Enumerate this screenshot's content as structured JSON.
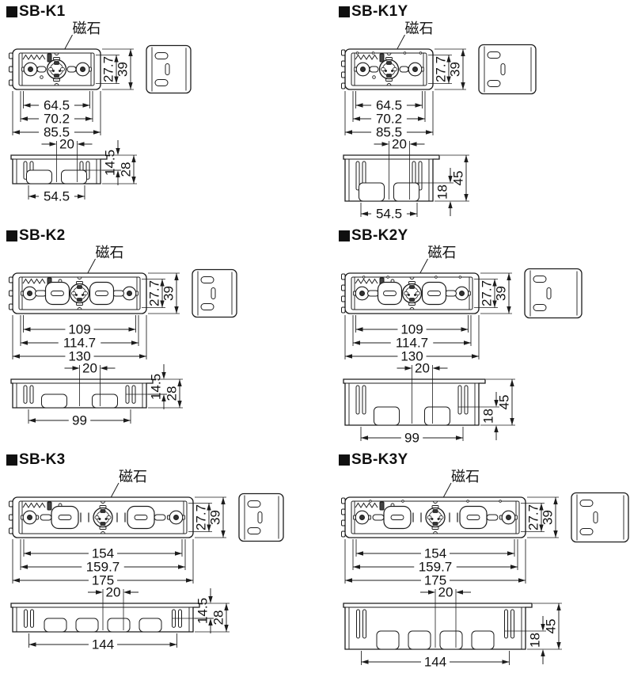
{
  "panels": [
    {
      "title": "SB-K1",
      "depth_variant": "shallow",
      "gangs": 1,
      "magnet_label": "磁石",
      "front_view": {
        "inner_height_mm": "27.7",
        "outer_height_mm": "39",
        "width_dims_mm": [
          "64.5",
          "70.2",
          "85.5"
        ]
      },
      "bottom_view": {
        "offset_mm": "20",
        "width_mm": "54.5",
        "inner_depth_mm": "14.5",
        "outer_depth_mm": "28"
      }
    },
    {
      "title": "SB-K1Y",
      "depth_variant": "deep",
      "gangs": 1,
      "magnet_label": "磁石",
      "front_view": {
        "inner_height_mm": "27.7",
        "outer_height_mm": "39",
        "width_dims_mm": [
          "64.5",
          "70.2",
          "85.5"
        ]
      },
      "bottom_view": {
        "offset_mm": "20",
        "width_mm": "54.5",
        "inner_depth_mm": "18",
        "outer_depth_mm": "45"
      }
    },
    {
      "title": "SB-K2",
      "depth_variant": "shallow",
      "gangs": 2,
      "magnet_label": "磁石",
      "front_view": {
        "inner_height_mm": "27.7",
        "outer_height_mm": "39",
        "width_dims_mm": [
          "109",
          "114.7",
          "130"
        ]
      },
      "bottom_view": {
        "offset_mm": "20",
        "width_mm": "99",
        "inner_depth_mm": "14.5",
        "outer_depth_mm": "28"
      }
    },
    {
      "title": "SB-K2Y",
      "depth_variant": "deep",
      "gangs": 2,
      "magnet_label": "磁石",
      "front_view": {
        "inner_height_mm": "27.7",
        "outer_height_mm": "39",
        "width_dims_mm": [
          "109",
          "114.7",
          "130"
        ]
      },
      "bottom_view": {
        "offset_mm": "20",
        "width_mm": "99",
        "inner_depth_mm": "18",
        "outer_depth_mm": "45"
      }
    },
    {
      "title": "SB-K3",
      "depth_variant": "shallow",
      "gangs": 3,
      "magnet_label": "磁石",
      "front_view": {
        "inner_height_mm": "27.7",
        "outer_height_mm": "39",
        "width_dims_mm": [
          "154",
          "159.7",
          "175"
        ]
      },
      "bottom_view": {
        "offset_mm": "20",
        "width_mm": "144",
        "inner_depth_mm": "14.5",
        "outer_depth_mm": "28"
      }
    },
    {
      "title": "SB-K3Y",
      "depth_variant": "deep",
      "gangs": 3,
      "magnet_label": "磁石",
      "front_view": {
        "inner_height_mm": "27.7",
        "outer_height_mm": "39",
        "width_dims_mm": [
          "154",
          "159.7",
          "175"
        ]
      },
      "bottom_view": {
        "offset_mm": "20",
        "width_mm": "144",
        "inner_depth_mm": "18",
        "outer_depth_mm": "45"
      }
    }
  ]
}
